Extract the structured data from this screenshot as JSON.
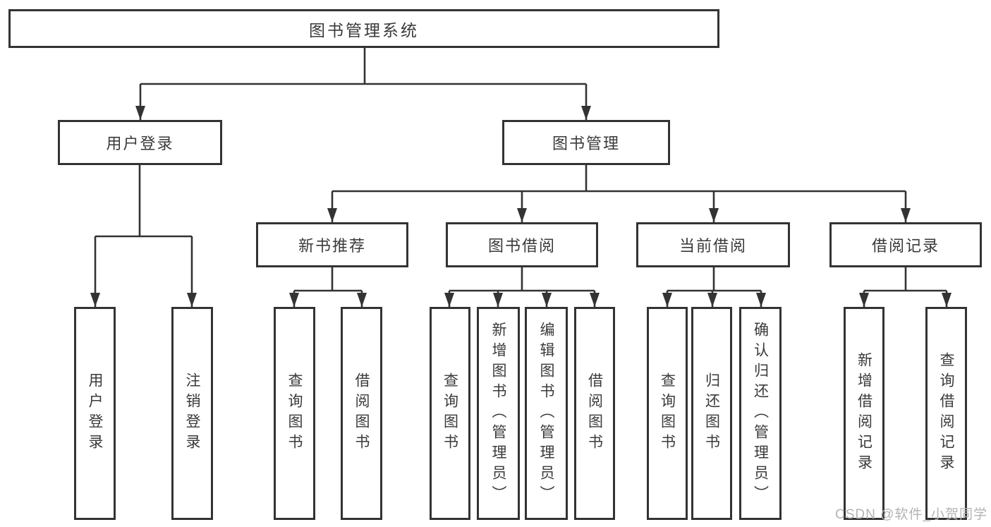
{
  "diagram": {
    "title": "图书管理系统",
    "branches": {
      "user_login": "用户登录",
      "book_management": "图书管理"
    },
    "modules": {
      "new_book": "新书推荐",
      "book_borrow": "图书借阅",
      "current_borrow": "当前借阅",
      "borrow_records": "借阅记录"
    },
    "leaves": {
      "user_login": [
        "用户登录",
        "注销登录"
      ],
      "new_book": [
        "查询图书",
        "借阅图书"
      ],
      "book_borrow": [
        "查询图书",
        "新增图书（管理员）",
        "编辑图书（管理员）",
        "借阅图书"
      ],
      "current_borrow": [
        "查询图书",
        "归还图书",
        "确认归还（管理员）"
      ],
      "borrow_records": [
        "新增借阅记录",
        "查询借阅记录"
      ]
    }
  },
  "watermark": "CSDN @软件_小贺同学",
  "colors": {
    "line": "#333333",
    "text": "#3a3a3a",
    "background": "#ffffff",
    "watermark": "#b3b3b3"
  }
}
